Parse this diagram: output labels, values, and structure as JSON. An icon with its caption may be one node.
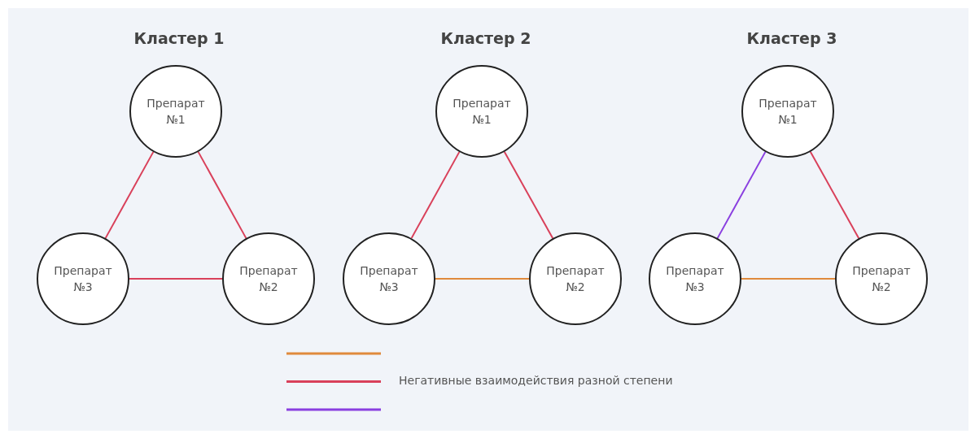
{
  "diagram": {
    "nodes": [
      {
        "text": [
          "Препарат №1"
        ]
      },
      {
        "text": [
          "Препарат №3"
        ]
      },
      {
        "text": [
          "Препарат №2"
        ]
      },
      {
        "text": [
          "Препарат №1"
        ]
      },
      {
        "text": [
          "Препарат №3"
        ]
      },
      {
        "text": [
          "Препарат №2"
        ]
      },
      {
        "text": [
          "Препарат №1"
        ]
      },
      {
        "text": [
          "Препарат №3"
        ]
      },
      {
        "text": [
          "Препарат №2"
        ]
      }
    ],
    "edges": [
      {
        "from": 0,
        "to": 1,
        "arrow": "none"
      },
      {
        "from": 0,
        "to": 2,
        "arrow": "none"
      },
      {
        "from": 1,
        "to": 2,
        "arrow": "none"
      },
      {
        "from": 3,
        "to": 4,
        "arrow": "none"
      },
      {
        "from": 3,
        "to": 5,
        "arrow": "none"
      },
      {
        "from": 4,
        "to": 5,
        "arrow": "none",
        "color": "#e08a3c"
      },
      {
        "from": 6,
        "to": 7,
        "arrow": "none",
        "color": "#8a3fe0"
      },
      {
        "from": 6,
        "to": 8,
        "arrow": "none"
      },
      {
        "from": 7,
        "to": 8,
        "arrow": "none",
        "color": "#e08a3c"
      }
    ],
    "labels": [
      "Кластер 1",
      "Кластер 2",
      "Кластер 3"
    ],
    "legend": [
      {
        "text": "Негативные взаимодействия разной степени"
      }
    ]
  }
}
